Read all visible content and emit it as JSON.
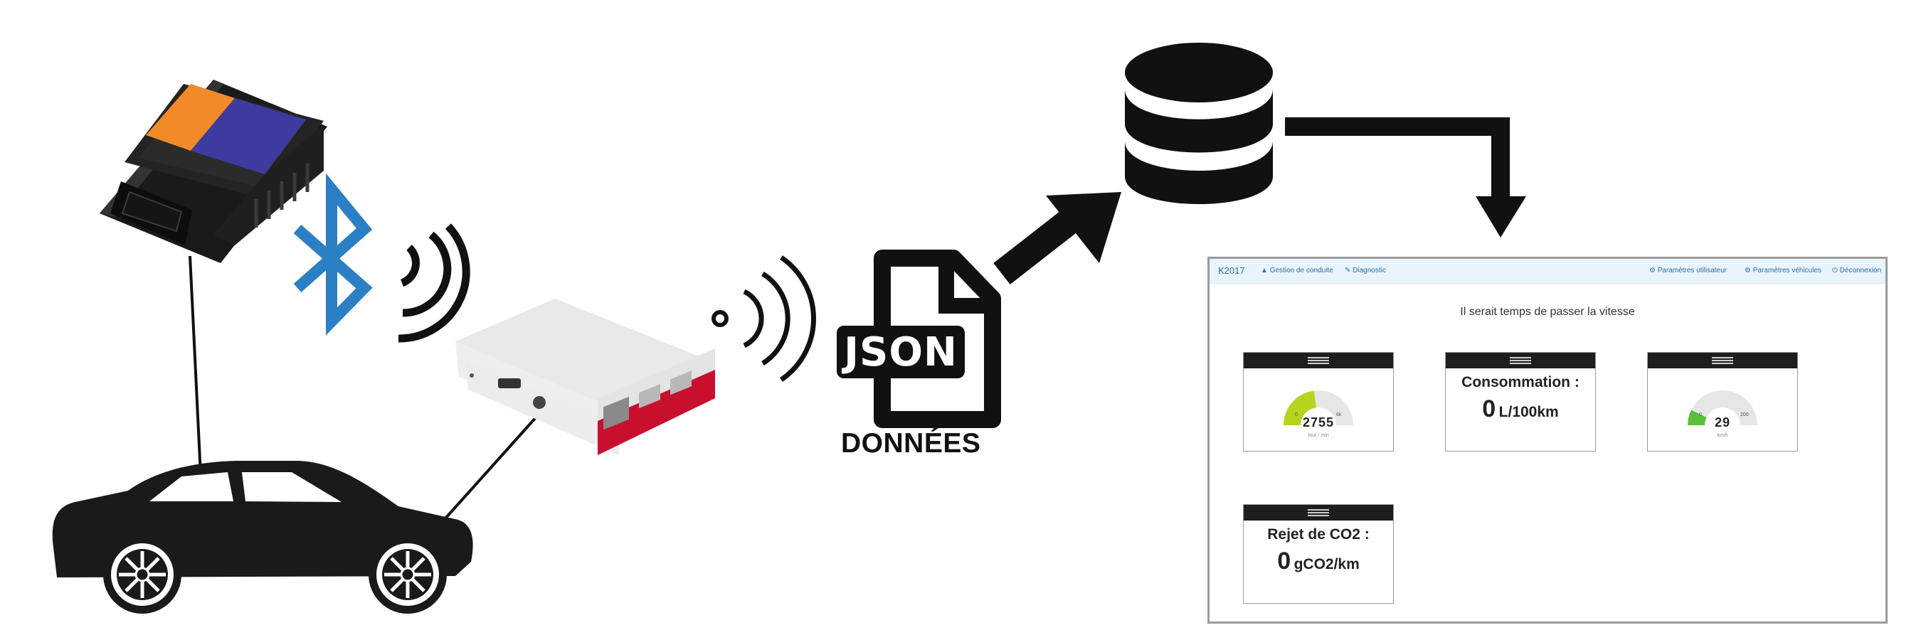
{
  "diagram": {
    "file_badge": "JSON",
    "file_caption": "DONNÉES"
  },
  "dashboard": {
    "nav": {
      "brand": "K2017",
      "driving": "Gestion de conduite",
      "diagnostic": "Diagnostic",
      "user_settings": "Paramètres utilisateur",
      "vehicle_settings": "Paramètres véhicules",
      "logout": "Déconnexion"
    },
    "message": "Il serait temps de passer la vitesse",
    "rpm_gauge": {
      "value": "2755",
      "unit": "tour / min",
      "min": "0",
      "max": "6k",
      "fill": 0.46,
      "color": "#b5d41f"
    },
    "speed_gauge": {
      "value": "29",
      "unit": "km/h",
      "min": "0",
      "max": "200",
      "fill": 0.145,
      "color": "#5cbf3a"
    },
    "consumption": {
      "title": "Consommation :",
      "value": "0",
      "unit": "L/100km"
    },
    "co2": {
      "title": "Rejet de CO2 :",
      "value": "0",
      "unit": "gCO2/km"
    }
  },
  "colors": {
    "bluetooth": "#2a7fc5",
    "card_header": "#1e1e1e",
    "nav_bg": "#e8f3fb",
    "case_red": "#c8102e"
  }
}
